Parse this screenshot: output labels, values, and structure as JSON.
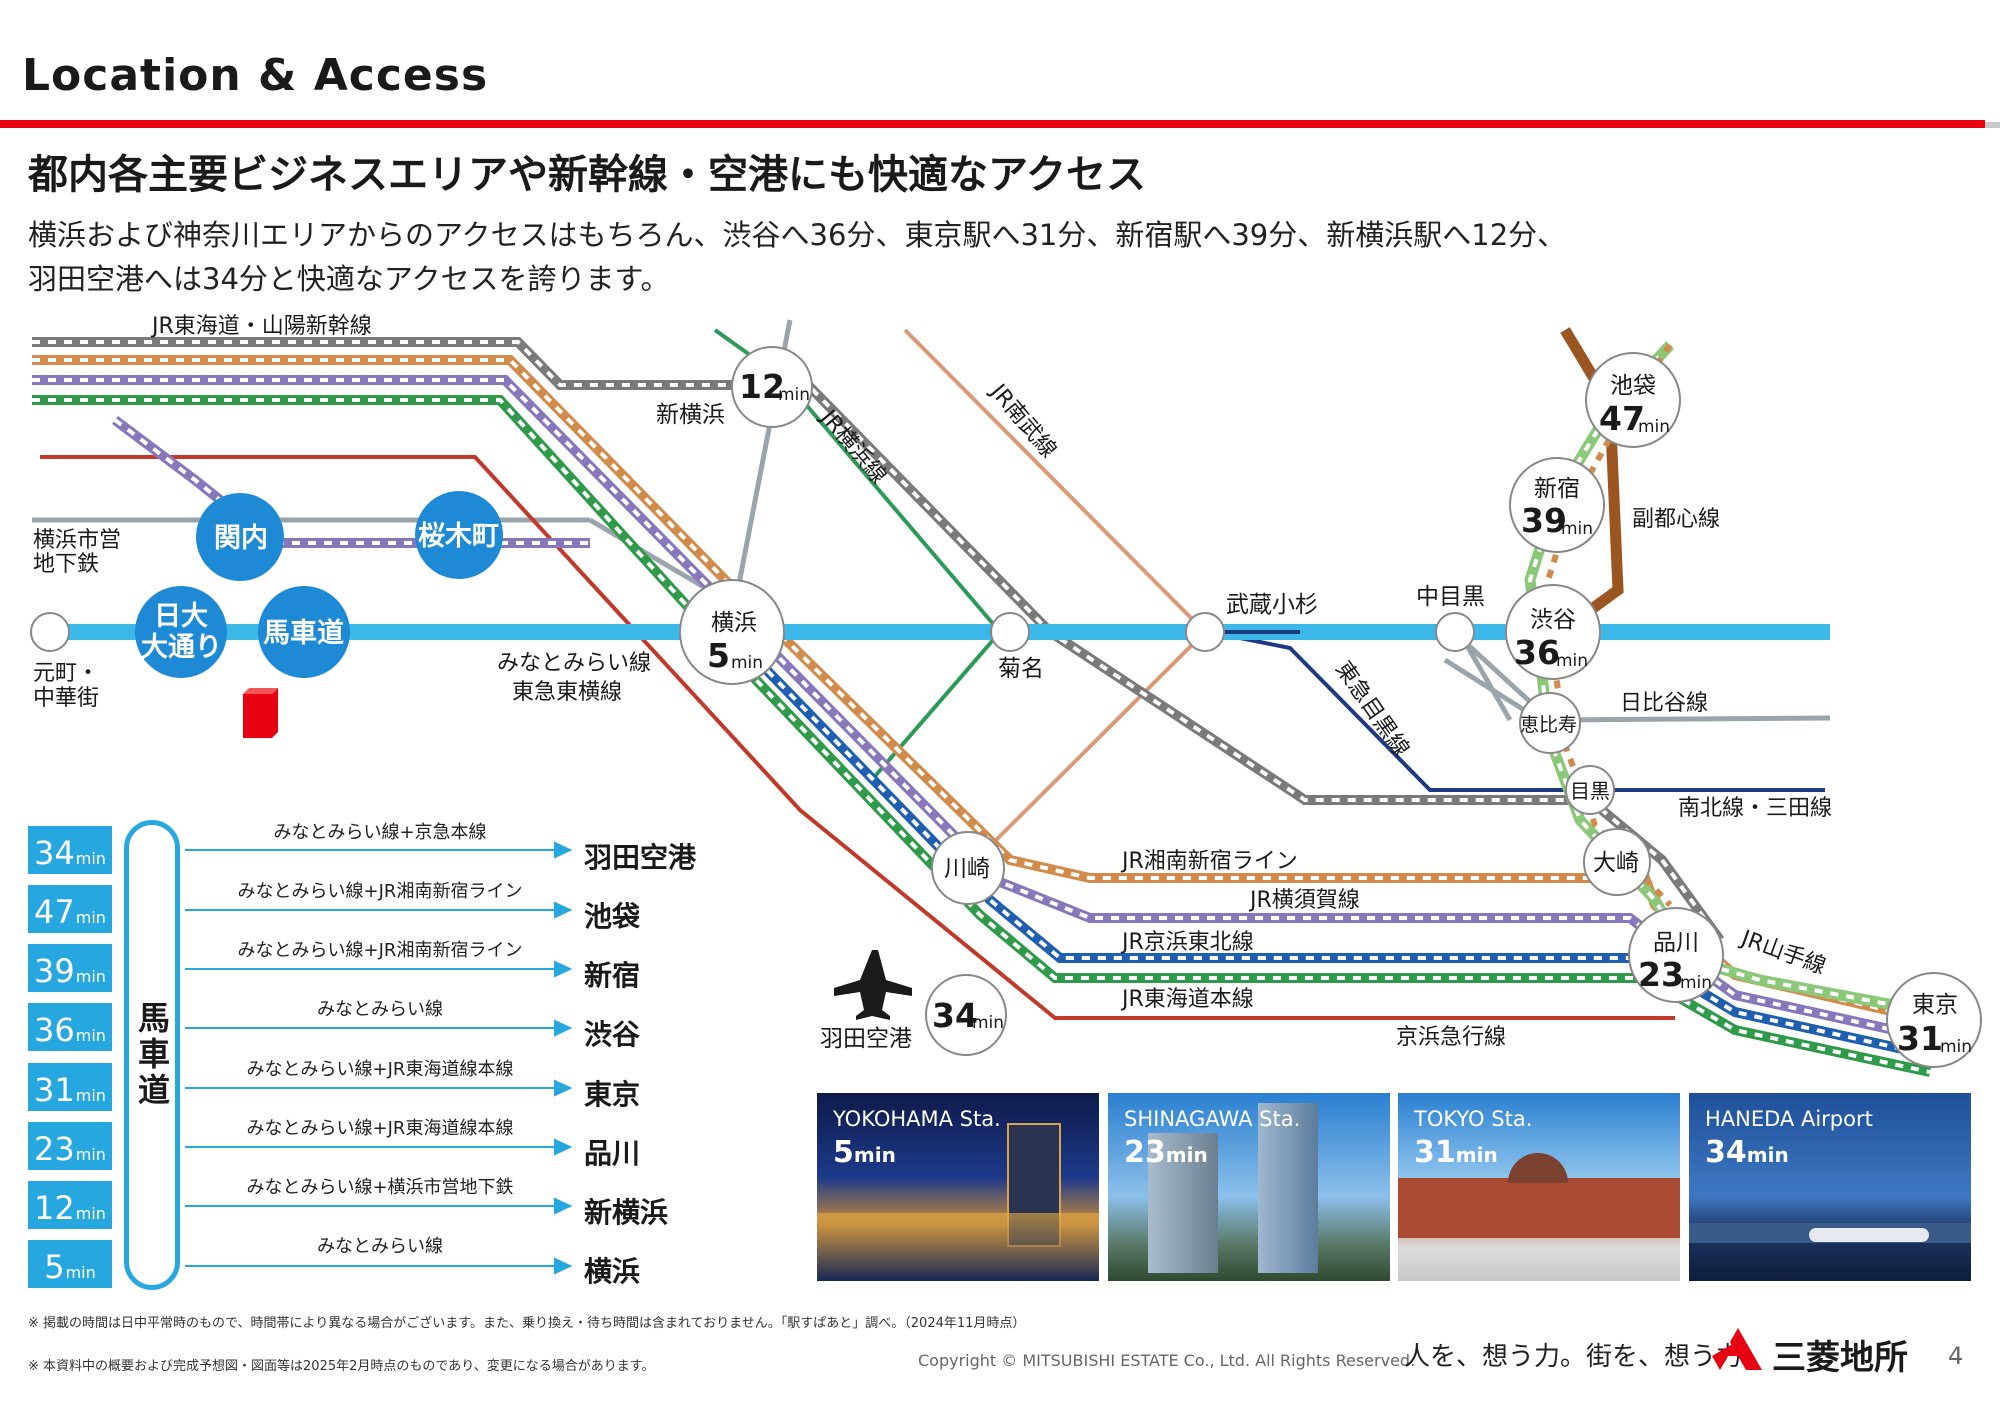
{
  "header": {
    "title": "Location & Access"
  },
  "headline": "都内各主要ビジネスエリアや新幹線・空港にも快適なアクセス",
  "description": {
    "line1": "横浜および神奈川エリアからのアクセスはもちろん、渋谷へ36分、東京駅へ31分、新宿駅へ39分、新横浜駅へ12分、",
    "line2": "羽田空港へは34分と快適なアクセスを誇ります。"
  },
  "map": {
    "line_labels": {
      "tokaido_shinkansen": "JR東海道・山陽新幹線",
      "yokohama_line": "JR横浜線",
      "nambu_line": "JR南武線",
      "fukutoshin_line": "副都心線",
      "minatomirai_line": "みなとみらい線",
      "toyoko_line": "東急東横線",
      "meguro_line": "東急目黒線",
      "hibiya_line": "日比谷線",
      "namboku_mita_line": "南北線・三田線",
      "shonan_shinjuku": "JR湘南新宿ライン",
      "yokosuka_line": "JR横須賀線",
      "keihin_tohoku": "JR京浜東北線",
      "tokaido_line": "JR東海道本線",
      "keikyu_line": "京浜急行線",
      "yamanote_line": "JR山手線",
      "subway_line": "横浜市営地下鉄"
    },
    "stations": {
      "shin_yokohama": "新横浜",
      "shin_yokohama_time": "12",
      "yokohama": "横浜",
      "yokohama_time": "5",
      "kikuna": "菊名",
      "musashikosugi": "武蔵小杉",
      "nakameguro": "中目黒",
      "shibuya": "渋谷",
      "shibuya_time": "36",
      "shinjuku": "新宿",
      "shinjuku_time": "39",
      "ikebukuro": "池袋",
      "ikebukuro_time": "47",
      "ebisu": "恵比寿",
      "meguro": "目黒",
      "osaki": "大崎",
      "shinagawa": "品川",
      "shinagawa_time": "23",
      "tokyo": "東京",
      "tokyo_time": "31",
      "kawasaki": "川崎",
      "haneda": "羽田空港",
      "haneda_time": "34",
      "kannai": "関内",
      "sakuragicho": "桜木町",
      "nihon_odori_1": "日大",
      "nihon_odori_2": "大通り",
      "bashamichi": "馬車道",
      "motomachi_1": "元町・",
      "motomachi_2": "中華街",
      "subway_1": "横浜市営",
      "subway_2": "地下鉄"
    },
    "min_unit": "min",
    "colors": {
      "minatomirai": "#3bb8e8",
      "red": "#c0392b",
      "orange": "#d18b4a",
      "purple": "#8877bb",
      "blue": "#1f5fb0",
      "green": "#2e9a4a",
      "gray": "#7a7a7a",
      "brown": "#9a5520",
      "navy": "#1e3a80",
      "nambu": "#d99a78",
      "yokohama_line": "#2e9a5a",
      "hibiya": "#9aa5ab",
      "yamanote": "#8cc87a",
      "accent_red": "#e60012",
      "station_blue": "#1e8ad6"
    }
  },
  "access_table": {
    "origin": "馬車道",
    "rows": [
      {
        "time": "34",
        "unit": "min",
        "route": "みなとみらい線+京急本線",
        "dest": "羽田空港"
      },
      {
        "time": "47",
        "unit": "min",
        "route": "みなとみらい線+JR湘南新宿ライン",
        "dest": "池袋"
      },
      {
        "time": "39",
        "unit": "min",
        "route": "みなとみらい線+JR湘南新宿ライン",
        "dest": "新宿"
      },
      {
        "time": "36",
        "unit": "min",
        "route": "みなとみらい線",
        "dest": "渋谷"
      },
      {
        "time": "31",
        "unit": "min",
        "route": "みなとみらい線+JR東海道線本線",
        "dest": "東京"
      },
      {
        "time": "23",
        "unit": "min",
        "route": "みなとみらい線+JR東海道線本線",
        "dest": "品川"
      },
      {
        "time": "12",
        "unit": "min",
        "route": "みなとみらい線+横浜市営地下鉄",
        "dest": "新横浜"
      },
      {
        "time": "5",
        "unit": "min",
        "route": "みなとみらい線",
        "dest": "横浜"
      }
    ]
  },
  "photos": [
    {
      "label": "YOKOHAMA Sta.",
      "time": "5",
      "unit": "min"
    },
    {
      "label": "SHINAGAWA Sta.",
      "time": "23",
      "unit": "min"
    },
    {
      "label": "TOKYO Sta.",
      "time": "31",
      "unit": "min"
    },
    {
      "label": "HANEDA Airport",
      "time": "34",
      "unit": "min"
    }
  ],
  "footer": {
    "note1": "※ 掲載の時間は日中平常時のもので、時間帯により異なる場合がございます。また、乗り換え・待ち時間は含まれておりません。「駅すぱあと」調べ。（2024年11月時点）",
    "note2": "※ 本資料中の概要および完成予想図・図面等は2025年2月時点のものであり、変更になる場合があります。",
    "copyright": "Copyright © MITSUBISHI ESTATE Co., Ltd. All Rights Reserved.",
    "tagline": "人を、想う力。街を、想う力。",
    "company": "三菱地所",
    "page": "4"
  }
}
